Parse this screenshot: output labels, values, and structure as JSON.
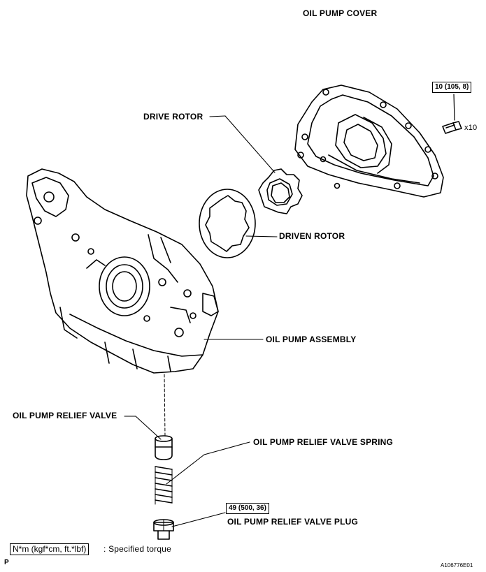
{
  "labels": {
    "oil_pump_cover": "OIL PUMP COVER",
    "drive_rotor": "DRIVE ROTOR",
    "driven_rotor": "DRIVEN ROTOR",
    "oil_pump_assembly": "OIL PUMP ASSEMBLY",
    "relief_valve": "OIL PUMP RELIEF VALVE",
    "relief_valve_spring": "OIL PUMP RELIEF VALVE SPRING",
    "relief_valve_plug": "OIL PUMP RELIEF VALVE PLUG"
  },
  "torque": {
    "cover_bolt": "10 (105, 8)",
    "bolt_qty": "x10",
    "plug": "49 (500, 36)"
  },
  "legend": {
    "unit_box": "N*m (kgf*cm, ft.*lbf)",
    "unit_text": ": Specified torque"
  },
  "footer": {
    "corner_mark": "P",
    "figure_id": "A106776E01"
  }
}
